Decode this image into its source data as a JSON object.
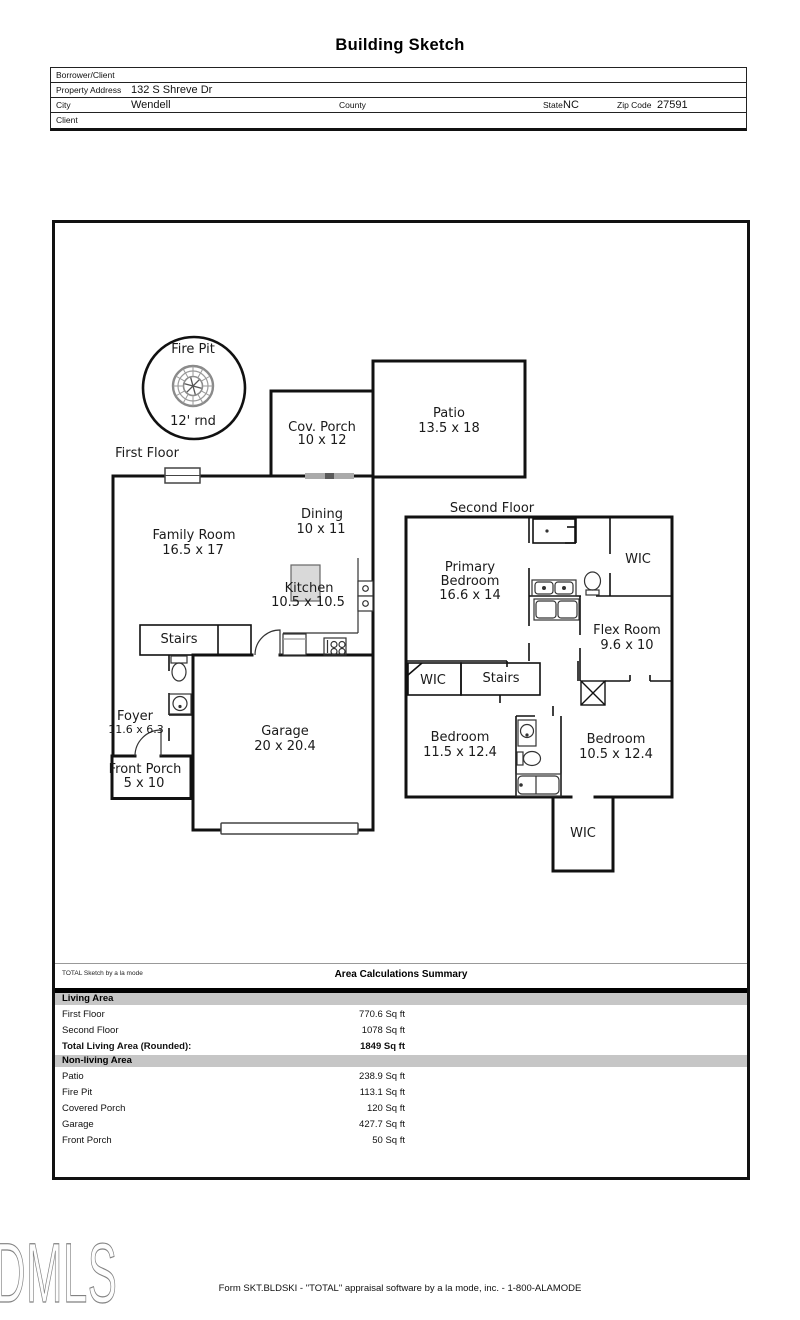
{
  "title": "Building Sketch",
  "form": {
    "borrower_label": "Borrower/Client",
    "property_address_label": "Property Address",
    "property_address_value": "132 S Shreve Dr",
    "city_label": "City",
    "city_value": "Wendell",
    "county_label": "County",
    "state_label": "State",
    "state_value": "NC",
    "zip_label": "Zip Code",
    "zip_value": "27591",
    "client_label": "Client"
  },
  "plan": {
    "first_floor_label": "First Floor",
    "second_floor_label": "Second Floor",
    "rooms": {
      "fire_pit": {
        "name": "Fire Pit",
        "dim": "12' rnd"
      },
      "cov_porch": {
        "name": "Cov. Porch",
        "dim": "10 x 12"
      },
      "patio": {
        "name": "Patio",
        "dim": "13.5 x 18"
      },
      "family_room": {
        "name": "Family Room",
        "dim": "16.5 x 17"
      },
      "dining": {
        "name": "Dining",
        "dim": "10 x 11"
      },
      "kitchen": {
        "name": "Kitchen",
        "dim": "10.5 x 10.5"
      },
      "stairs_first": {
        "name": "Stairs"
      },
      "foyer": {
        "name": "Foyer",
        "dim": "11.6 x 6.3"
      },
      "front_porch": {
        "name": "Front Porch",
        "dim": "5 x 10"
      },
      "garage": {
        "name": "Garage",
        "dim": "20 x 20.4"
      },
      "primary_bedroom": {
        "name_line1": "Primary",
        "name_line2": "Bedroom",
        "dim": "16.6 x 14"
      },
      "wic_upper": {
        "name": "WIC"
      },
      "flex_room": {
        "name": "Flex Room",
        "dim": "9.6 x 10"
      },
      "wic_hall": {
        "name": "WIC"
      },
      "stairs_second": {
        "name": "Stairs"
      },
      "bedroom_left": {
        "name": "Bedroom",
        "dim": "11.5 x 12.4"
      },
      "bedroom_right": {
        "name": "Bedroom",
        "dim": "10.5 x 12.4"
      },
      "wic_bottom": {
        "name": "WIC"
      }
    }
  },
  "summary": {
    "attribution": "TOTAL Sketch by a la mode",
    "heading": "Area Calculations Summary",
    "living": {
      "header": "Living Area",
      "rows": [
        {
          "label": "First Floor",
          "value": "770.6 Sq ft"
        },
        {
          "label": "Second Floor",
          "value": "1078 Sq ft"
        },
        {
          "label": "Total Living Area (Rounded):",
          "value": "1849 Sq ft"
        }
      ]
    },
    "nonliving": {
      "header": "Non-living Area",
      "rows": [
        {
          "label": "Patio",
          "value": "238.9 Sq ft"
        },
        {
          "label": "Fire Pit",
          "value": "113.1 Sq ft"
        },
        {
          "label": "Covered Porch",
          "value": "120 Sq ft"
        },
        {
          "label": "Garage",
          "value": "427.7 Sq ft"
        },
        {
          "label": "Front Porch",
          "value": "50 Sq ft"
        }
      ]
    }
  },
  "footer": {
    "watermark": "DMLS",
    "form_line": "Form SKT.BLDSKI - \"TOTAL\" appraisal software by a la mode, inc. - 1-800-ALAMODE"
  },
  "colors": {
    "wall": "#111111",
    "section_bar": "#c6c6c6"
  }
}
